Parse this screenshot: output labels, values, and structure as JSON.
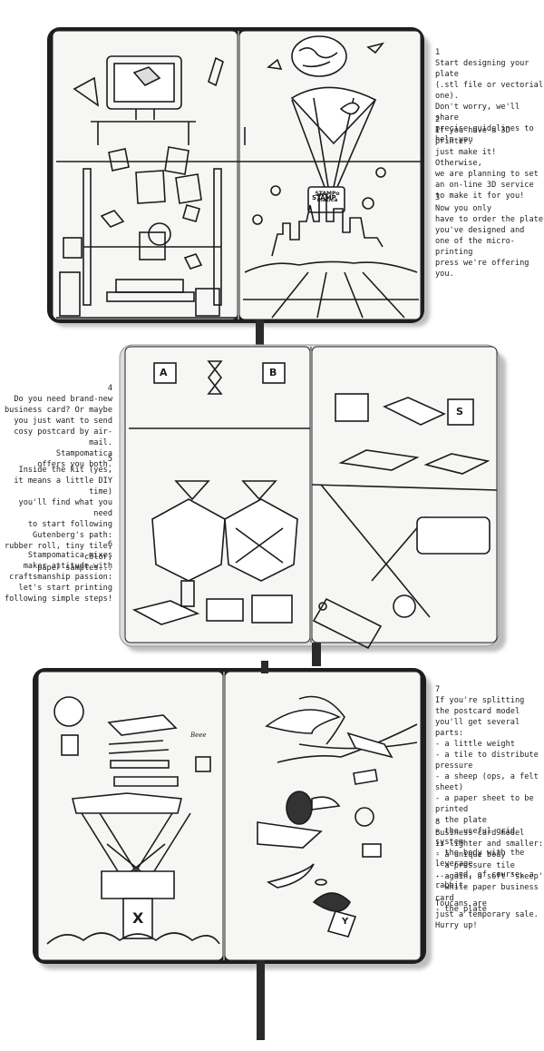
{
  "notes": {
    "step1": {
      "num": "1",
      "text": "Start designing your plate\n(.stl file or vectorial one).\nDon't worry, we'll share\nprecise guidelines to help you"
    },
    "step2": {
      "num": "2",
      "text": "If you have a 3D printer,\njust make it! Otherwise,\nwe are planning to set\nan on-line 3D service\nto make it for you!"
    },
    "step3": {
      "num": "3",
      "text": "Now you only\nhave to order the plate\nyou've designed and\none of the micro-printing\npress we're offering you."
    },
    "step4": {
      "num": "4",
      "text": "Do you need brand-new\nbusiness card? Or maybe\nyou just want to send\ncosy postcard by air-mail.\nStampomatica\noffers you both."
    },
    "step5": {
      "num": "5",
      "text": "Inside the kit (yes,\nit means a little DIY time)\nyou'll find what you need\nto start following\nGutenberg's path:\nrubber roll, tiny tile, color,\npaper samples..."
    },
    "step6": {
      "num": "6",
      "text": "Stampomatica mixes\nmaker attitude with\ncraftsmanship passion:\nlet's start printing\nfollowing simple steps!"
    },
    "step7": {
      "num": "7",
      "text": "If you're splitting\nthe postcard model\nyou'll get several parts:\n- a little weight\n- a tile to distribute pressure\n- a sheep (ops, a felt sheet)\n- a paper sheet to be printed\n- the plate\n- the useful grid system\n- the body with the leverage\n... and, of course, a rabbit."
    },
    "step8": {
      "num": "8",
      "text": "Business card model\nis lighter and smaller:\n- a unique body\n- a pressure tile\n- again, a soft 'sheep'\n- white paper business card\n- the plate"
    },
    "closing": {
      "text": "Toucans are\njust a temporary sale.\nHurry up!"
    }
  },
  "sketch_labels": {
    "stamp_sign": "STAMPo\nmatica",
    "beee_bubble": "Beee",
    "letter_x": "X",
    "letter_y": "Y",
    "letter_s": "S",
    "letter_a": "A",
    "letter_b": "B"
  },
  "colors": {
    "ink": "#1c1c1c",
    "paper": "#f6f6f4",
    "shadow": "#bdbdbd",
    "ribbon": "#2a2a2a"
  }
}
